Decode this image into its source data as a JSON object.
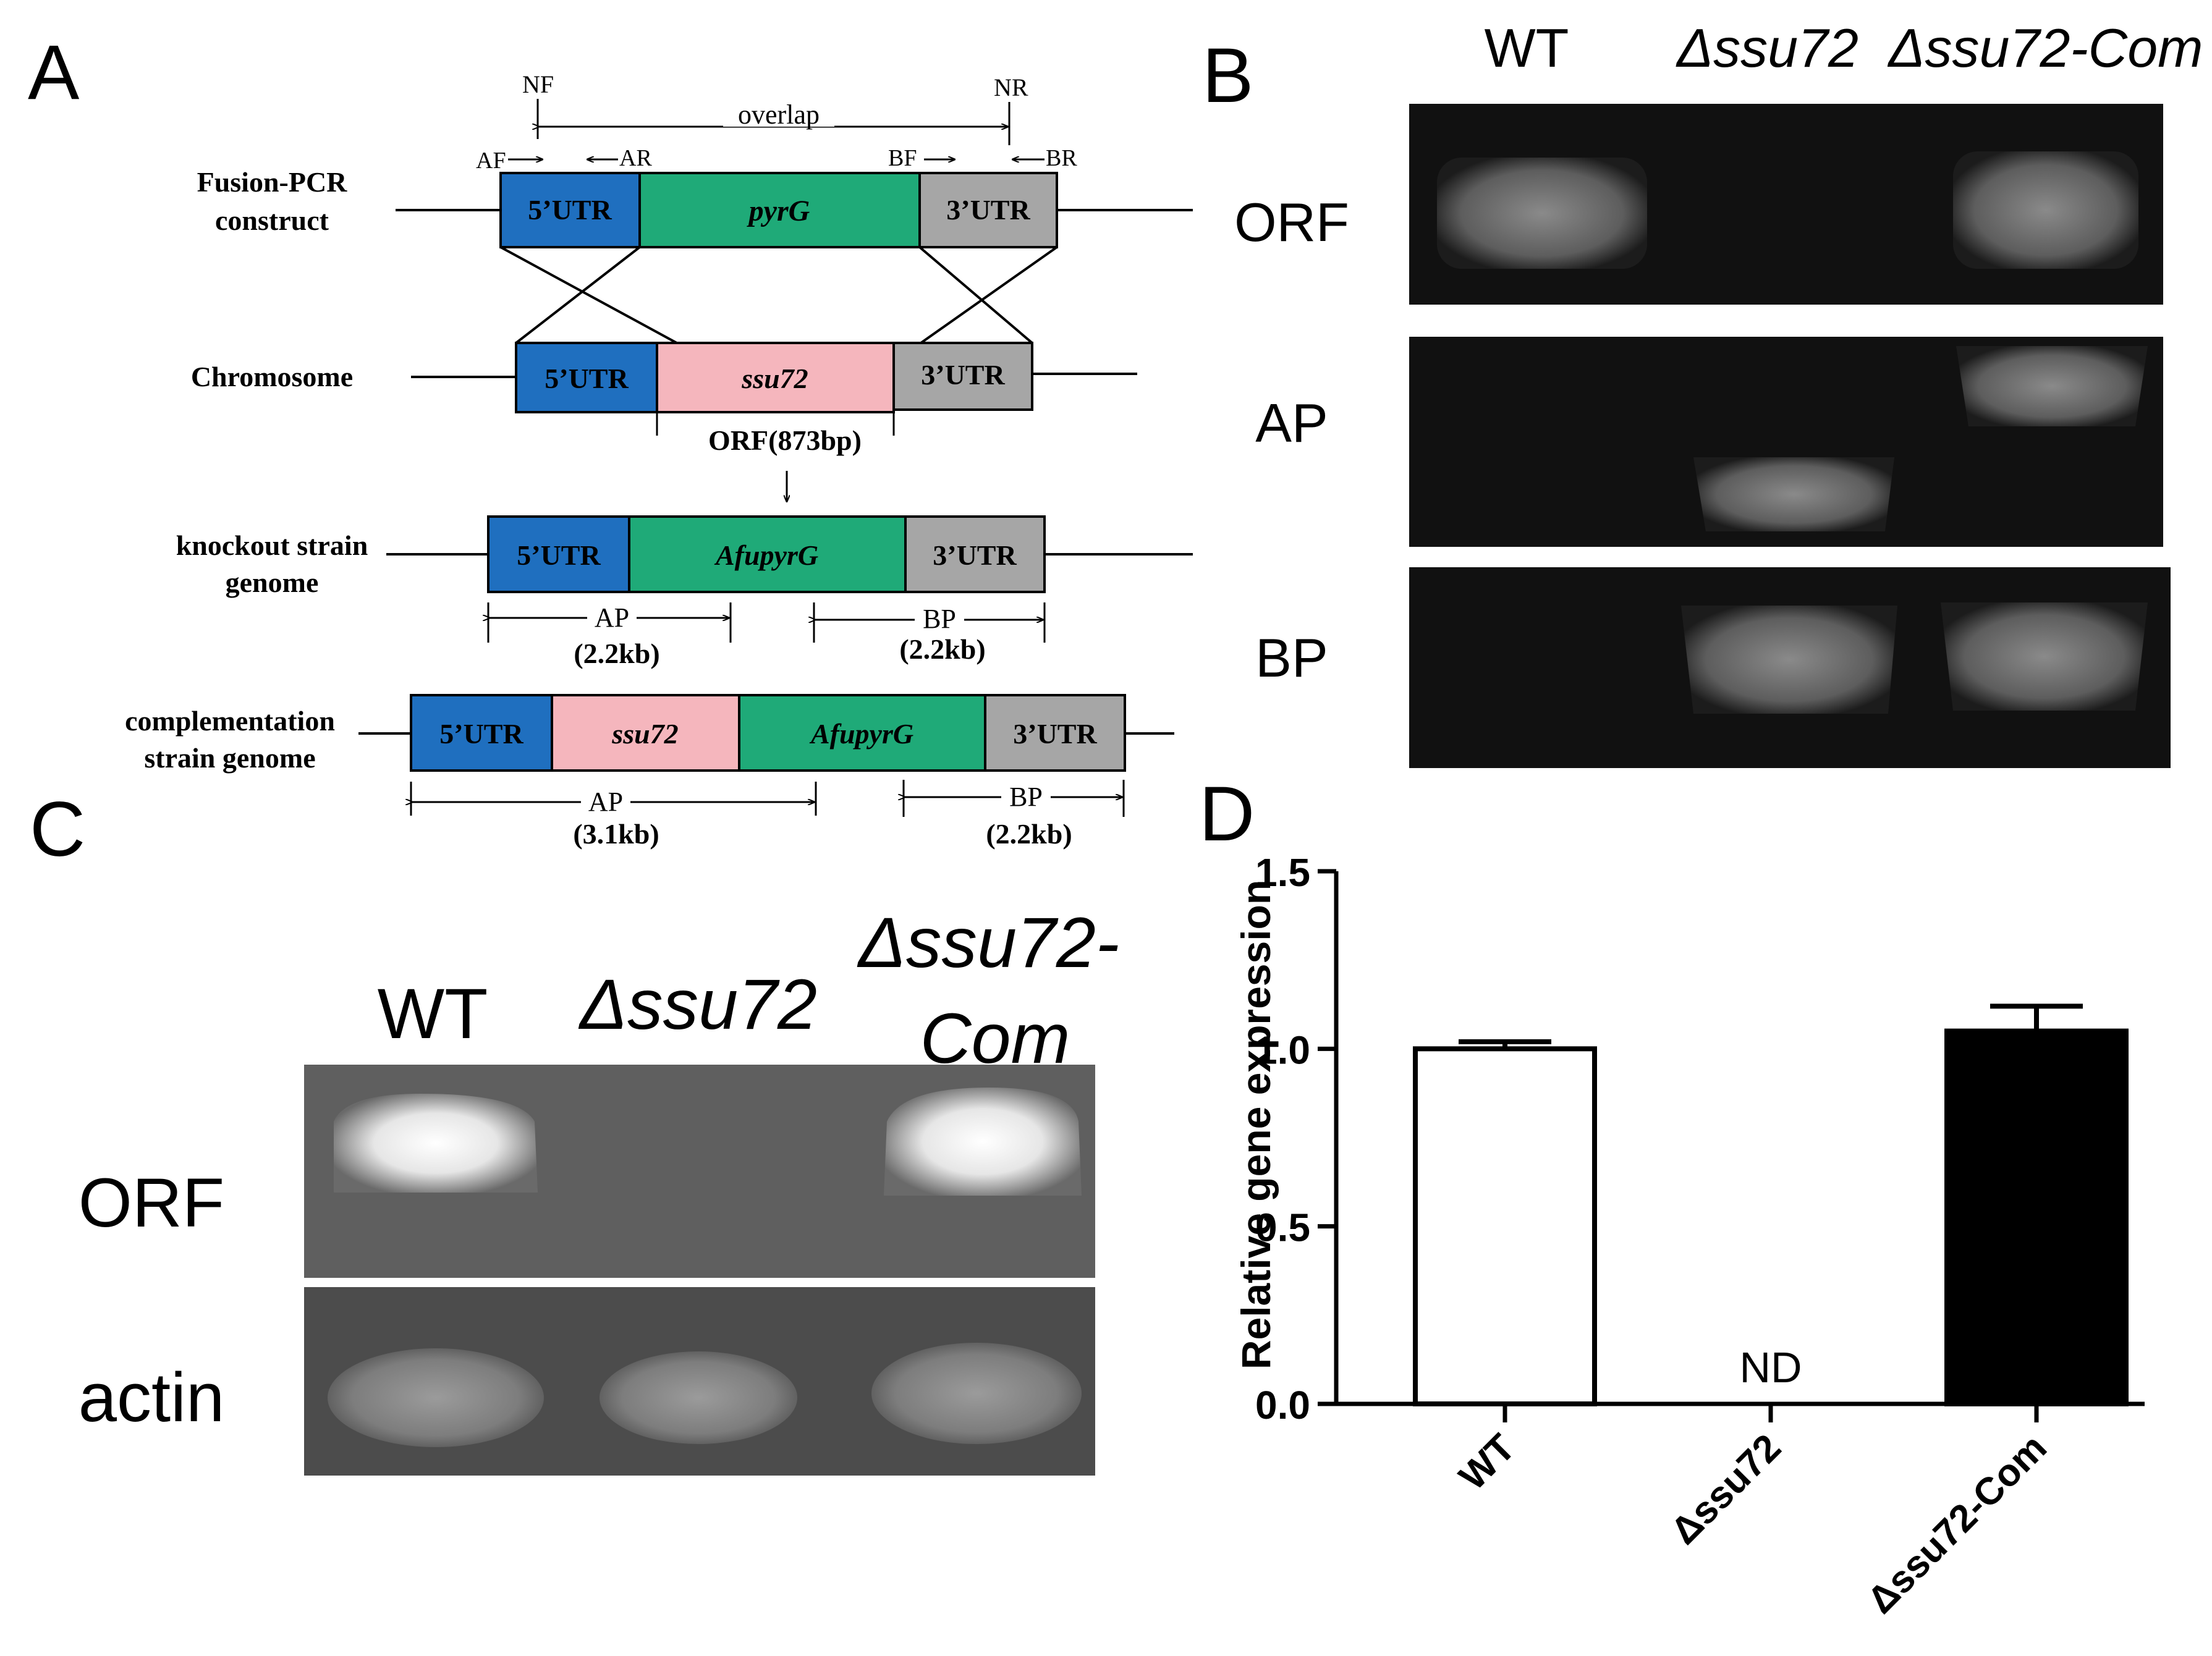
{
  "panelA": {
    "letter": "A",
    "primers": {
      "nf": "NF",
      "nr": "NR",
      "overlap": "overlap",
      "af": "AF",
      "ar": "AR",
      "bf": "BF",
      "br": "BR"
    },
    "rows": [
      {
        "label_lines": [
          "Fusion-PCR",
          "construct"
        ],
        "boxes": [
          "5’UTR",
          "pyrG",
          "3’UTR"
        ]
      },
      {
        "label_lines": [
          "Chromosome"
        ],
        "boxes": [
          "5’UTR",
          "ssu72",
          "3’UTR"
        ]
      },
      {
        "label_lines": [
          "knockout strain",
          "genome"
        ],
        "boxes": [
          "5’UTR",
          "AfupyrG",
          "3’UTR"
        ]
      },
      {
        "label_lines": [
          "complementation",
          "strain genome"
        ],
        "boxes": [
          "5’UTR",
          "ssu72",
          "AfupyrG",
          "3’UTR"
        ]
      }
    ],
    "orf_label": "ORF(873bp)",
    "knockout_ap": {
      "name": "AP",
      "size": "(2.2kb)"
    },
    "knockout_bp": {
      "name": "BP",
      "size": "(2.2kb)"
    },
    "comp_ap": {
      "name": "AP",
      "size": "(3.1kb)"
    },
    "comp_bp": {
      "name": "BP",
      "size": "(2.2kb)"
    },
    "colors": {
      "utr5": "#1f6fbf",
      "gene_pink": "#f5b6bd",
      "pyrg_green": "#1faa78",
      "utr3": "#a6a6a6"
    }
  },
  "panelB": {
    "letter": "B",
    "lanes": [
      "WT",
      "Δssu72",
      "Δssu72-Com"
    ],
    "rows": [
      "ORF",
      "AP",
      "BP"
    ]
  },
  "panelC": {
    "letter": "C",
    "lanes": [
      "WT",
      "Δssu72",
      "Δssu72-",
      "Com"
    ],
    "rows": [
      "ORF",
      "actin"
    ]
  },
  "chart_data": {
    "type": "bar",
    "panel_letter": "D",
    "categories": [
      "WT",
      "Δssu72",
      "Δssu72-Com"
    ],
    "values": [
      1.0,
      0.0,
      1.05
    ],
    "errors": [
      0.02,
      0,
      0.07
    ],
    "bar_colors": [
      "#ffffff",
      "#ffffff",
      "#000000"
    ],
    "annotations": [
      "",
      "ND",
      ""
    ],
    "ylabel": "Relative gene expression",
    "xlabel": "",
    "ylim": [
      0,
      1.5
    ],
    "yticks": [
      "0.0",
      "0.5",
      "1.0",
      "1.5"
    ],
    "grid": false
  }
}
